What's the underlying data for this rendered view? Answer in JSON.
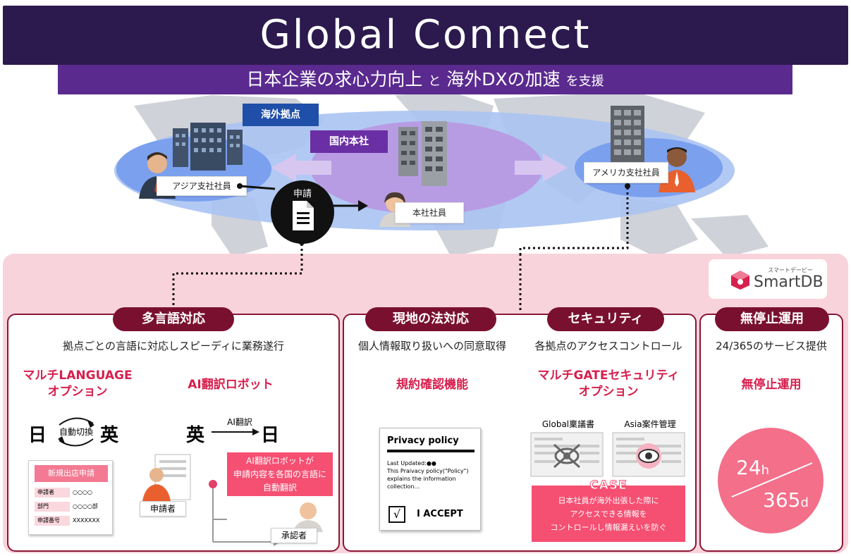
{
  "title": "Global Connect",
  "subtitle": {
    "part1": "日本企業の求心力向上",
    "mid": "と",
    "part2": "海外DXの加速",
    "end": "を支援"
  },
  "map": {
    "tag_overseas": "海外拠点",
    "tag_domestic": "国内本社",
    "label_asia": "アジア支社社員",
    "label_hq": "本社社員",
    "label_usa": "アメリカ支社社員",
    "apply": "申請"
  },
  "logo": {
    "kana": "スマートデービー",
    "name": "SmartDB"
  },
  "panels": {
    "multilang": {
      "tag": "多言語対応",
      "desc": "拠点ごとの言語に対応しスピーディに業務遂行",
      "feat1": "マルチLANGUAGE\nオプション",
      "feat2": "AI翻訳ロボット",
      "ja": "日",
      "auto": "自動切換",
      "en": "英",
      "en2": "英",
      "ai": "AI翻訳",
      "ja2": "日",
      "form_title": "新規出店申請",
      "form_rows": [
        {
          "k": "申請者",
          "v": "○○○○"
        },
        {
          "k": "部門",
          "v": "○○○○部"
        },
        {
          "k": "申請番号",
          "v": "XXXXXXX"
        }
      ],
      "bubble": "AI翻訳ロボットが\n申請内容を各国の言語に\n自動翻訳",
      "applicant": "申請者",
      "approver": "承認者"
    },
    "legal": {
      "tag": "現地の法対応",
      "desc": "個人情報取り扱いへの同意取得",
      "feat": "規約確認機能",
      "card": {
        "title": "Privacy policy",
        "body": "Last Updated:●●\nThis Praivacy policy(\"Policy\")\nexplains the information\ncollection…",
        "accept": "I ACCEPT",
        "check": "√"
      }
    },
    "security": {
      "tag": "セキュリティ",
      "desc": "各拠点のアクセスコントロール",
      "feat": "マルチGATEセキュリティ\nオプション",
      "doc1": "Global稟議書",
      "doc2": "Asia案件管理",
      "case": "CASE",
      "case_text": "日本社員が海外出張した際に\nアクセスできる情報を\nコントロールし情報漏えいを防ぐ"
    },
    "nonstop": {
      "tag": "無停止運用",
      "desc": "24/365のサービス提供",
      "feat": "無停止運用",
      "h": "24",
      "hu": "h",
      "d": "365",
      "du": "d"
    }
  },
  "colors": {
    "title_bg": "#2c1a4e",
    "subtitle_bg": "#5a2a8f",
    "panel_border": "#8a1538",
    "accent": "#d6204e",
    "pink_bg": "#f9d3db"
  }
}
